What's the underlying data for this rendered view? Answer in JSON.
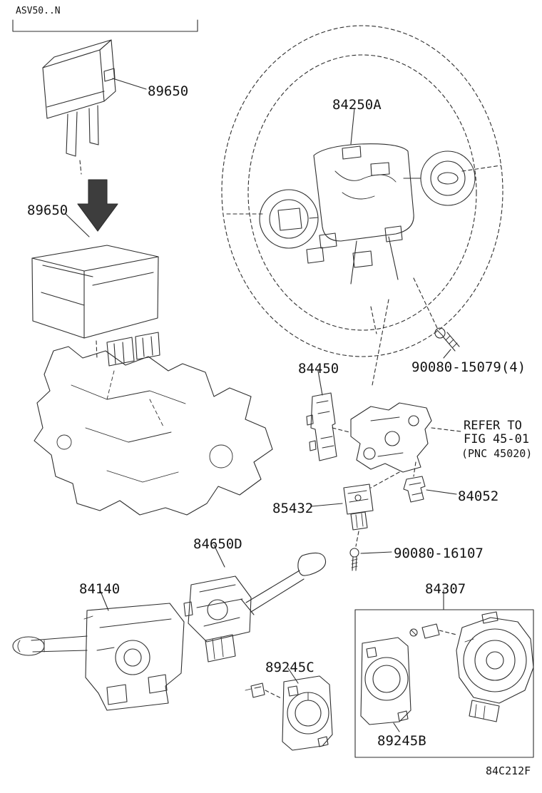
{
  "colors": {
    "line": "#2e2e2e",
    "background": "#ffffff",
    "text": "#141414"
  },
  "header": {
    "model_code": "ASV50..N"
  },
  "footer": {
    "figure_code": "84C212F"
  },
  "labels": {
    "l89650_top": "89650",
    "l89650_installed": "89650",
    "l84250A": "84250A",
    "l84450": "84450",
    "l90080_15079": "90080-15079(4)",
    "l84052": "84052",
    "l85432": "85432",
    "l90080_16107": "90080-16107",
    "l84650D": "84650D",
    "l84140": "84140",
    "l89245C": "89245C",
    "l84307": "84307",
    "l89245B": "89245B"
  },
  "note": {
    "line1": "REFER TO",
    "line2": "FIG 45-01",
    "line3": "(PNC 45020)"
  }
}
